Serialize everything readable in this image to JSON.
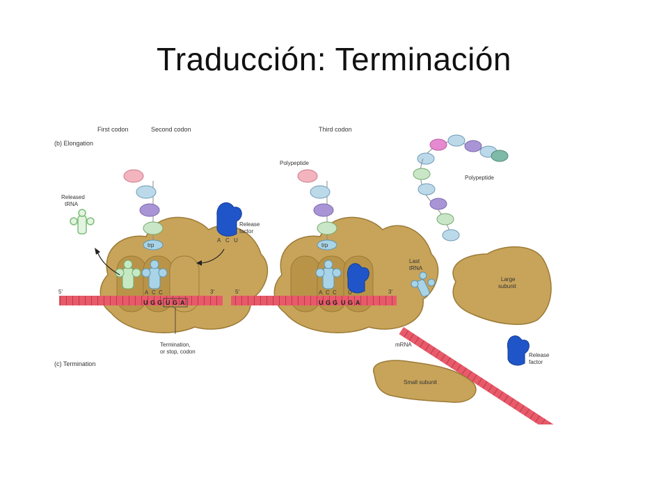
{
  "slide": {
    "title": "Traducción: Terminación"
  },
  "figure": {
    "top_labels": {
      "first_codon": "First codon",
      "second_codon": "Second codon",
      "third_codon": "Third codon"
    },
    "panel_b": "(b) Elongation",
    "panel_c": "(c) Termination",
    "released_trna": [
      "Released",
      "tRNA"
    ],
    "release_factor": [
      "Release",
      "factor"
    ],
    "release_factor_anticodon": [
      "A",
      "C",
      "U"
    ],
    "trp": "trp",
    "five_prime": "5′",
    "three_prime": "3′",
    "anticodon_acc": [
      "A",
      "C",
      "C"
    ],
    "anticodon_accu": [
      "A",
      "C",
      "C",
      "U"
    ],
    "mrna_codons": [
      "U",
      "G",
      "G",
      "U",
      "G",
      "A"
    ],
    "stop_codon_label": [
      "Termination,",
      "or stop, codon"
    ],
    "polypeptide_label": "Polypeptide",
    "last_trna": [
      "Last",
      "tRNA"
    ],
    "large_subunit": [
      "Large",
      "subunit"
    ],
    "small_subunit": "Small subunit",
    "mrna_label": "mRNA",
    "colors": {
      "ribosome": "#c8a45a",
      "ribosome_dark": "#a3823c",
      "mrna": "#e85a6a",
      "release_factor": "#1f55c8",
      "trna": "#a9d3e6",
      "trna_released": "#c6e9c4",
      "bead_pink": "#f3b3bf",
      "bead_green": "#c9e6c6",
      "bead_purple": "#a995d6",
      "bead_blue": "#bcd9ea",
      "bead_magenta": "#e58ad0",
      "bead_teal": "#7fb9a8"
    }
  }
}
